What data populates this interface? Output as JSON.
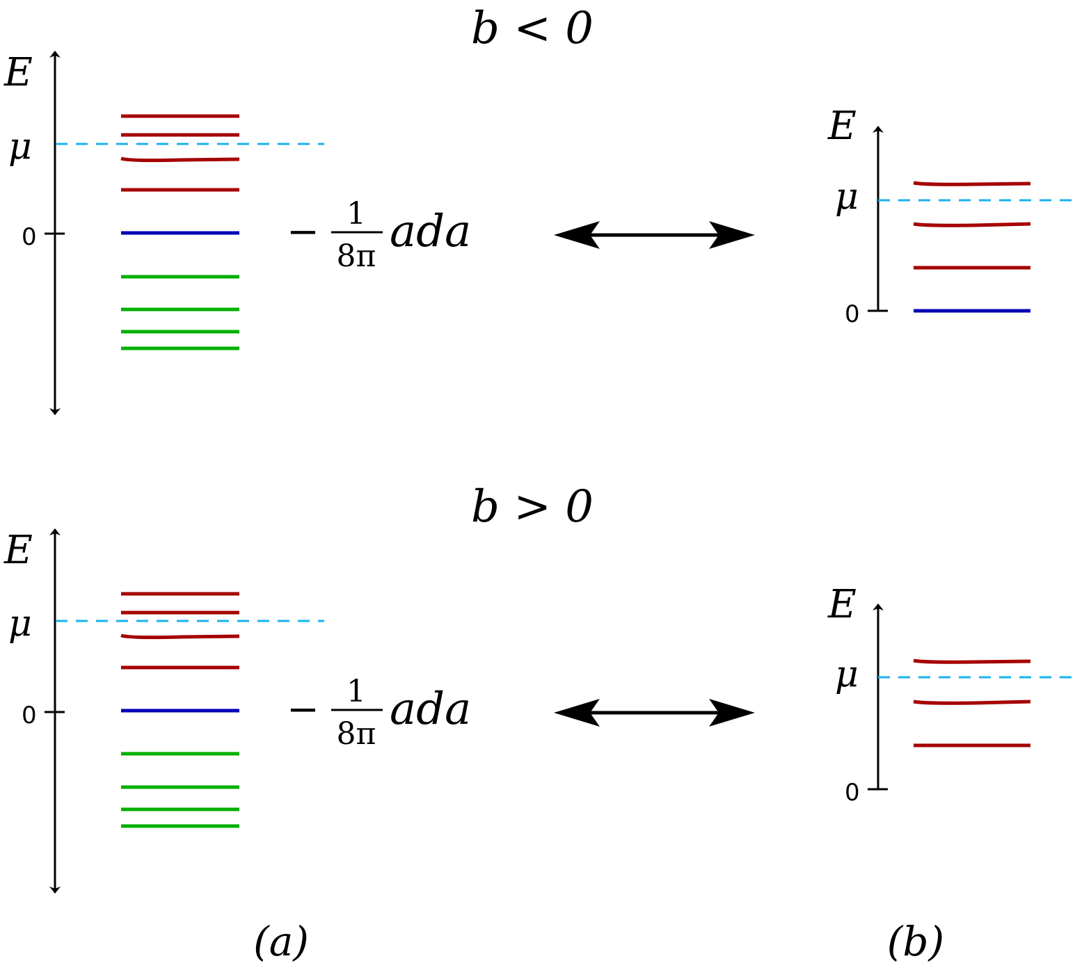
{
  "colors": {
    "axis": "#000000",
    "red_level": "#a50000",
    "blue_level": "#0000b4",
    "green_level": "#00b000",
    "mu_line": "#1ab2ee"
  },
  "panels": {
    "top": {
      "title": "b < 0"
    },
    "bottom": {
      "title": "b > 0"
    }
  },
  "axis": {
    "energy_label": "E",
    "mu_label": "μ",
    "zero_label": "0"
  },
  "cs_term": {
    "minus": "−",
    "numerator": "1",
    "denominator": "8π",
    "field": "ada"
  },
  "captions": {
    "a": "(a)",
    "b": "(b)"
  },
  "icons": {
    "duality": "double-headed-arrow-icon"
  }
}
